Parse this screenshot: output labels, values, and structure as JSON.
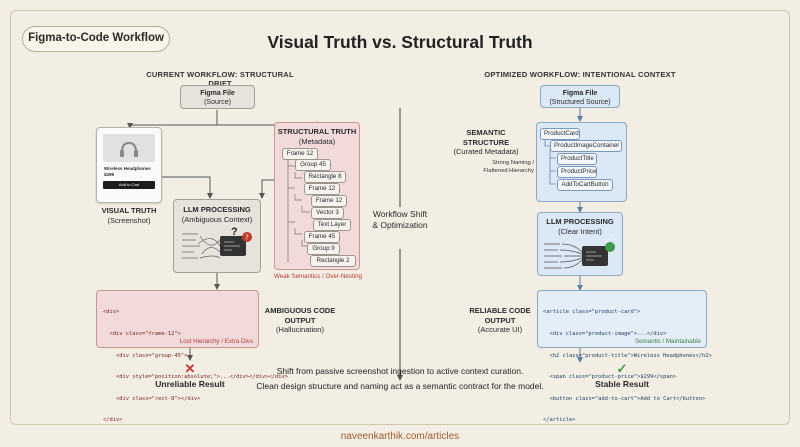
{
  "header": {
    "badge": "Figma-to-Code Workflow",
    "title": "Visual Truth vs. Structural Truth"
  },
  "left": {
    "heading": "CURRENT WORKFLOW: STRUCTURAL DRIFT",
    "figma_file": {
      "title": "Figma File",
      "sub": "(Source)"
    },
    "card": {
      "name": "Wireless Headphones",
      "price": "$299",
      "button": "Add to Cart"
    },
    "visual_truth": {
      "title": "VISUAL TRUTH",
      "sub": "(Screenshot)"
    },
    "structural_truth": {
      "title": "STRUCTURAL TRUTH",
      "sub": "(Metadata)"
    },
    "layers": [
      "Frame 12",
      "Group 45",
      "Rectangle 8",
      "Frame 12",
      "Frame 12",
      "Vector 3",
      "Text Layer",
      "Frame 45",
      "Group 9",
      "Rectangle 2"
    ],
    "weak_note": "Weak Semantics / Over-Nesting",
    "llm": {
      "title": "LLM PROCESSING",
      "sub": "(Ambiguous Context)",
      "mark": "?"
    },
    "code_lines": [
      "<div>",
      "  <div class=\"frame-12\">",
      "    <div class=\"group-45\">",
      "    <div style=\"position:absolute;\">...</div></div></div>",
      "    <div class=\"rect-8\"></div>",
      "</div>"
    ],
    "code_note": "Lost Hierarchy / Extra Divs",
    "output": {
      "title": "AMBIGUOUS CODE OUTPUT",
      "sub": "(Hallucination)"
    },
    "result": "Unreliable Result",
    "result_icon": "✕"
  },
  "middle": {
    "shift_label": "Workflow Shift & Optimization",
    "caption_1": "Shift from passive screenshot ingestion to active context curation.",
    "caption_2": "Clean design structure and naming act as a semantic contract for the model."
  },
  "right": {
    "heading": "OPTIMIZED WORKFLOW: INTENTIONAL CONTEXT",
    "figma_file": {
      "title": "Figma File",
      "sub": "(Structured Source)"
    },
    "semantic": {
      "title": "SEMANTIC STRUCTURE",
      "sub": "(Curated Metadata)"
    },
    "naming_note": "Strong Naming / Flattened Hierarchy",
    "nodes": [
      "ProductCard",
      "ProductImageContainer",
      "ProductTitle",
      "ProductPrice",
      "AddToCartButton"
    ],
    "llm": {
      "title": "LLM PROCESSING",
      "sub": "(Clear Intent)",
      "mark": "✓"
    },
    "code_lines": [
      "<article class=\"product-card\">",
      "  <div class=\"product-image\">...</div>",
      "  <h2 class=\"product-title\">Wireless Headphones</h2>",
      "  <span class=\"product-price\">$299</span>",
      "  <button class=\"add-to-cart\">Add to Cart</button>",
      "</article>"
    ],
    "code_note": "Semantic / Maintainable",
    "output": {
      "title": "RELIABLE CODE OUTPUT",
      "sub": "(Accurate UI)"
    },
    "result": "Stable Result",
    "result_icon": "✓"
  },
  "footer": {
    "url": "naveenkarthik.com/articles"
  },
  "colors": {
    "background": "#f3eee3",
    "blue": "#dbe8f5",
    "red": "#f2dada",
    "gray": "#e6e3dc",
    "good": "#3d9a48",
    "bad": "#c0392b"
  }
}
